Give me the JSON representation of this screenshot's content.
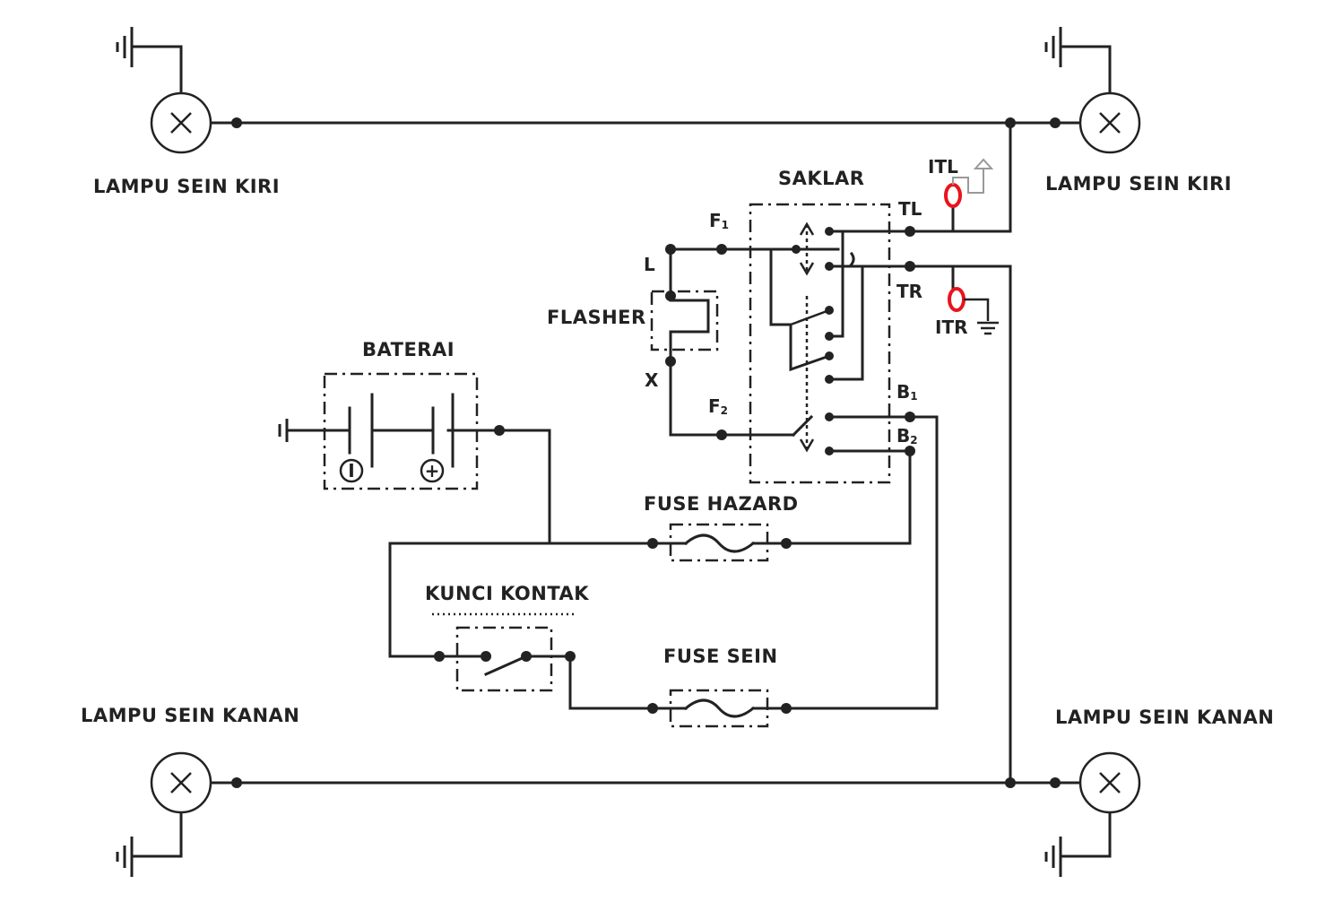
{
  "labels": {
    "lamp_front_left": "LAMPU SEIN KIRI",
    "lamp_rear_left": "LAMPU SEIN KIRI",
    "lamp_front_right": "LAMPU SEIN KANAN",
    "lamp_rear_right": "LAMPU SEIN KANAN",
    "switch": "SAKLAR",
    "flasher": "FLASHER",
    "battery": "BATERAI",
    "fuse_hazard": "FUSE HAZARD",
    "ignition": "KUNCI KONTAK",
    "fuse_sein": "FUSE SEIN"
  },
  "pins": {
    "F1": "F",
    "F1_sub": "1",
    "F2": "F",
    "F2_sub": "2",
    "L": "L",
    "X": "X",
    "TL": "TL",
    "TR": "TR",
    "B1": "B",
    "B1_sub": "1",
    "B2": "B",
    "B2_sub": "2"
  },
  "indicators": {
    "left": "ITL",
    "right": "ITR"
  },
  "battery_terminals": {
    "negative": "I",
    "positive": "+"
  },
  "colors": {
    "wire": "#222222",
    "indicator_lamp": "#e8141e",
    "ground_faded": "#999999"
  }
}
